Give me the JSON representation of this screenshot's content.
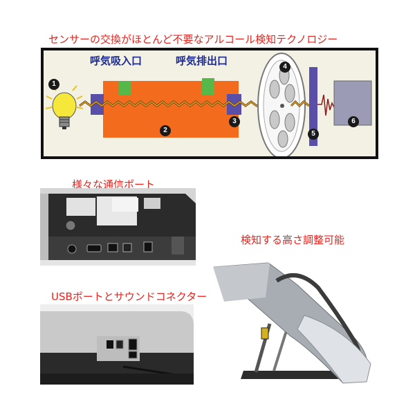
{
  "title": "センサーの交換がほとんど不要なアルコール検知テクノロジー",
  "diagram": {
    "inlet_label": "呼気吸入口",
    "outlet_label": "呼気排出口",
    "steps": [
      "1",
      "2",
      "3",
      "4",
      "5",
      "6"
    ]
  },
  "captions": {
    "ports": "様々な通信ポート",
    "height": "検知する高さ調整可能",
    "usb": "USBポートとサウンドコネクター"
  },
  "colors": {
    "title_red": "#e8231d",
    "chamber_orange": "#f36b1c",
    "port_purple": "#5a4fa8",
    "vent_green": "#55b848",
    "label_blue": "#1d2b8f"
  }
}
